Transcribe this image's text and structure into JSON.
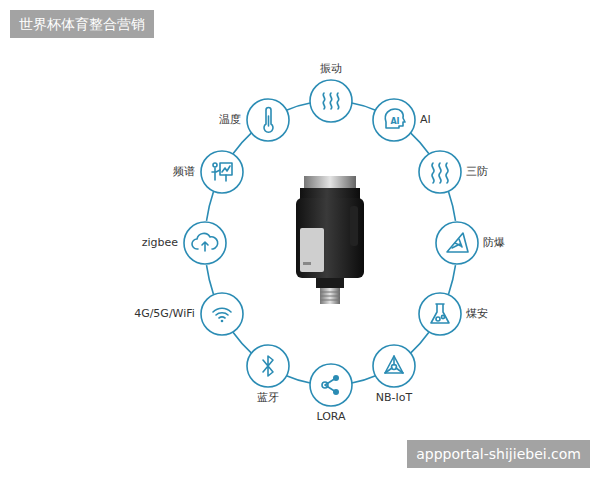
{
  "diagram": {
    "nodes": [
      {
        "text": [
          "振动"
        ]
      },
      {
        "text": [
          "AI"
        ]
      },
      {
        "text": [
          "三防"
        ]
      },
      {
        "text": [
          "防爆"
        ]
      },
      {
        "text": [
          "煤安"
        ]
      },
      {
        "text": [
          "NB-IoT"
        ]
      },
      {
        "text": [
          "LORA"
        ]
      },
      {
        "text": [
          "蓝牙"
        ]
      },
      {
        "text": [
          "4G/5G/WiFi"
        ]
      },
      {
        "text": [
          "zigbee"
        ]
      },
      {
        "text": [
          "频谱"
        ]
      },
      {
        "text": [
          "温度"
        ]
      }
    ],
    "edges": [
      {
        "from": 0,
        "to": 1,
        "arrow": "none"
      },
      {
        "from": 1,
        "to": 2,
        "arrow": "none"
      },
      {
        "from": 2,
        "to": 3,
        "arrow": "none"
      },
      {
        "from": 3,
        "to": 4,
        "arrow": "none"
      },
      {
        "from": 4,
        "to": 5,
        "arrow": "none"
      },
      {
        "from": 5,
        "to": 6,
        "arrow": "none"
      },
      {
        "from": 6,
        "to": 7,
        "arrow": "none"
      },
      {
        "from": 7,
        "to": 8,
        "arrow": "none"
      },
      {
        "from": 8,
        "to": 9,
        "arrow": "none"
      },
      {
        "from": 9,
        "to": 10,
        "arrow": "none"
      },
      {
        "from": 10,
        "to": 11,
        "arrow": "none"
      },
      {
        "from": 11,
        "to": 0,
        "arrow": "none"
      }
    ],
    "labels": [
      "世界杯体育整合营销",
      "appportal-shijiebei.com"
    ]
  }
}
